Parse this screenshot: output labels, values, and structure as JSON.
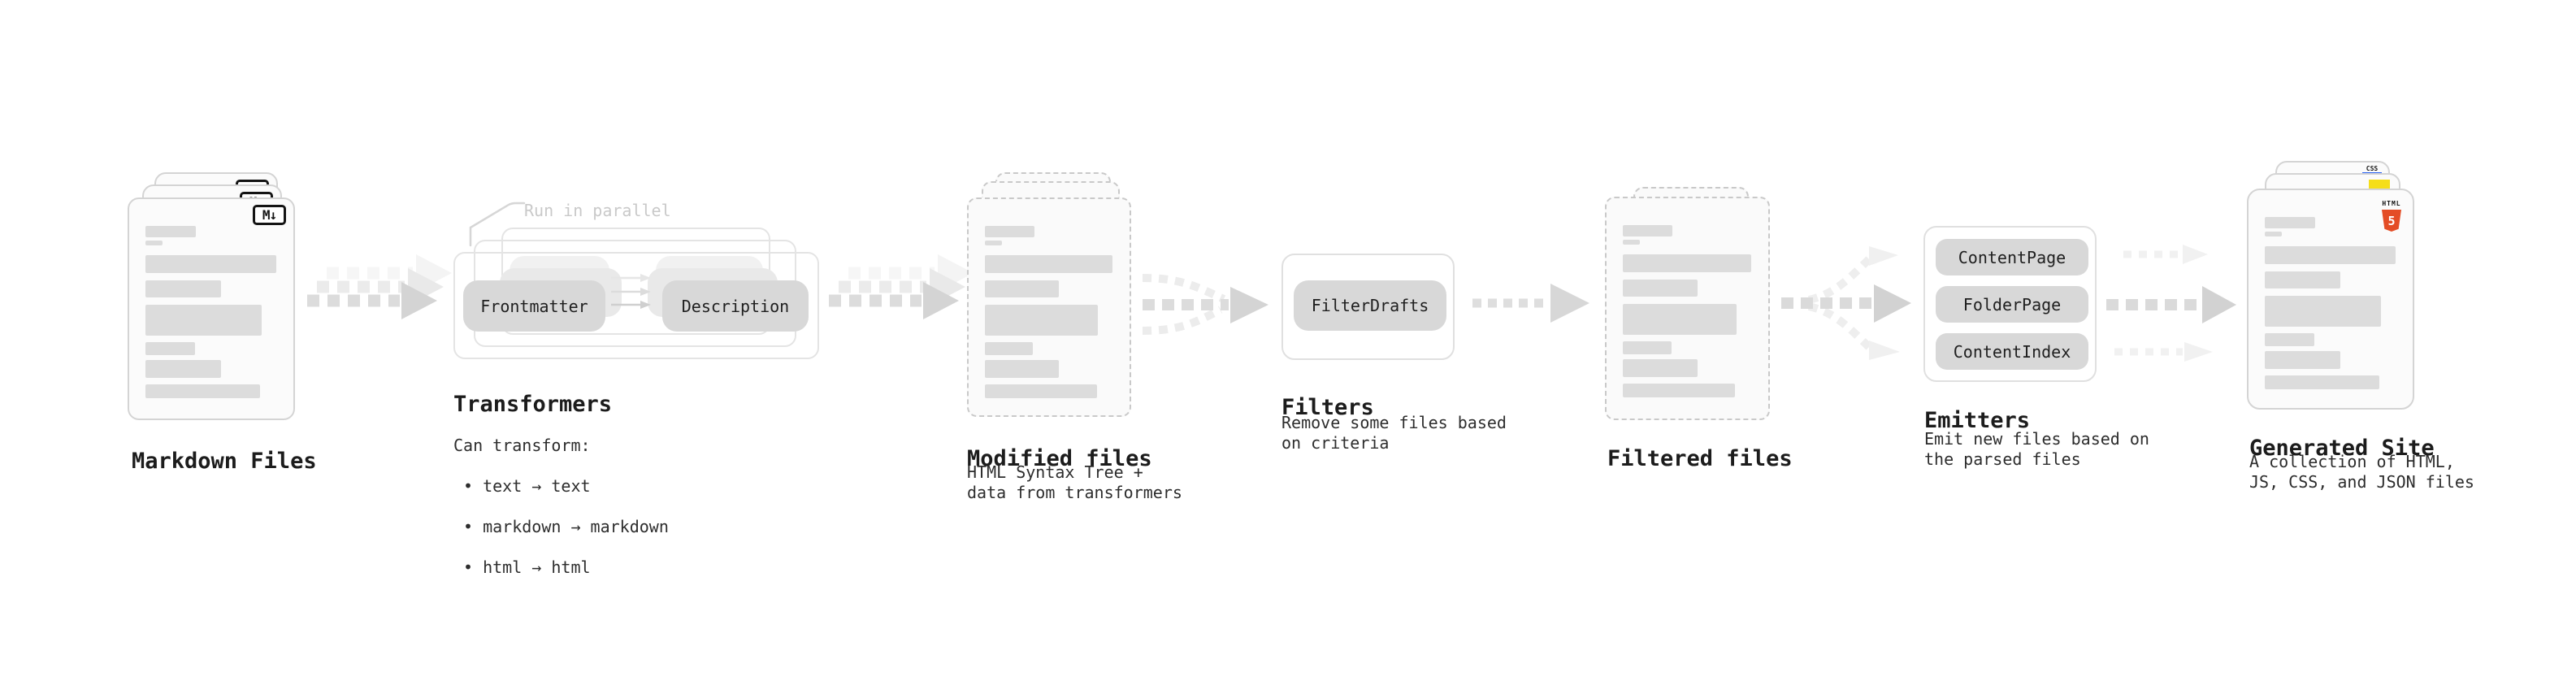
{
  "stages": {
    "markdown_files": {
      "title": "Markdown Files",
      "badge": "M↓"
    },
    "transformers": {
      "title": "Transformers",
      "annotation": "Run in parallel",
      "pill_left": "Frontmatter",
      "pill_right": "Description",
      "caption_heading": "Can transform:",
      "bullets": [
        "• text → text",
        "• markdown → markdown",
        "• html → html"
      ]
    },
    "modified_files": {
      "title": "Modified files",
      "subtitle": "HTML Syntax Tree +\ndata from transformers"
    },
    "filters": {
      "title": "Filters",
      "pill": "FilterDrafts",
      "subtitle": "Remove some files based\non criteria"
    },
    "filtered_files": {
      "title": "Filtered files"
    },
    "emitters": {
      "title": "Emitters",
      "pills": [
        "ContentPage",
        "FolderPage",
        "ContentIndex"
      ],
      "subtitle": "Emit new files based on\nthe parsed files"
    },
    "generated_site": {
      "title": "Generated Site",
      "subtitle": "A collection of HTML,\nJS, CSS, and JSON files",
      "badge_html_label": "HTML",
      "badge_html_number": "5",
      "badge_css": "CSS"
    }
  },
  "colors": {
    "accent_html": "#e44d26",
    "accent_js": "#f5de19",
    "accent_css": "#2962f1"
  }
}
